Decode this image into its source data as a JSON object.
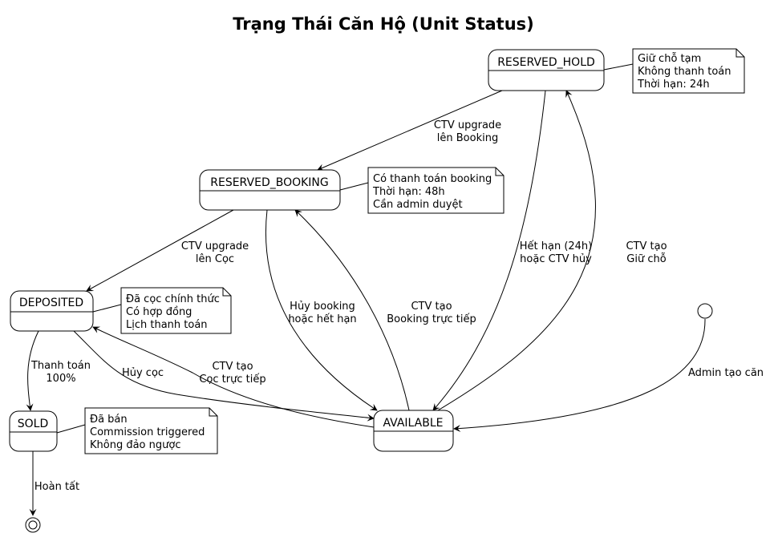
{
  "title": "Trạng Thái Căn Hộ (Unit Status)",
  "states": {
    "reserved_hold": "RESERVED_HOLD",
    "reserved_booking": "RESERVED_BOOKING",
    "deposited": "DEPOSITED",
    "sold": "SOLD",
    "available": "AVAILABLE"
  },
  "notes": {
    "reserved_hold": [
      "Giữ chỗ tạm",
      "Không thanh toán",
      "Thời hạn: 24h"
    ],
    "reserved_booking": [
      "Có thanh toán booking",
      "Thời hạn: 48h",
      "Cần admin duyệt"
    ],
    "deposited": [
      "Đã cọc chính thức",
      "Có hợp đồng",
      "Lịch thanh toán"
    ],
    "sold": [
      "Đã bán",
      "Commission triggered",
      "Không đảo ngược"
    ]
  },
  "transitions": {
    "hold_to_booking": [
      "CTV upgrade",
      "lên Booking"
    ],
    "booking_to_deposited": [
      "CTV upgrade",
      "lên Cọc"
    ],
    "hold_to_available": [
      "Hết hạn (24h)",
      "hoặc CTV hủy"
    ],
    "available_to_hold": [
      "CTV tạo",
      "Giữ chỗ"
    ],
    "booking_to_available": [
      "Hủy booking",
      "hoặc hết hạn"
    ],
    "available_to_booking": [
      "CTV tạo",
      "Booking trực tiếp"
    ],
    "deposited_to_available": [
      "Hủy cọc"
    ],
    "available_to_deposited": [
      "CTV tạo",
      "Cọc trực tiếp"
    ],
    "deposited_to_sold": [
      "Thanh toán",
      "100%"
    ],
    "sold_to_end": [
      "Hoàn tất"
    ],
    "start_to_available": [
      "Admin tạo căn"
    ]
  }
}
